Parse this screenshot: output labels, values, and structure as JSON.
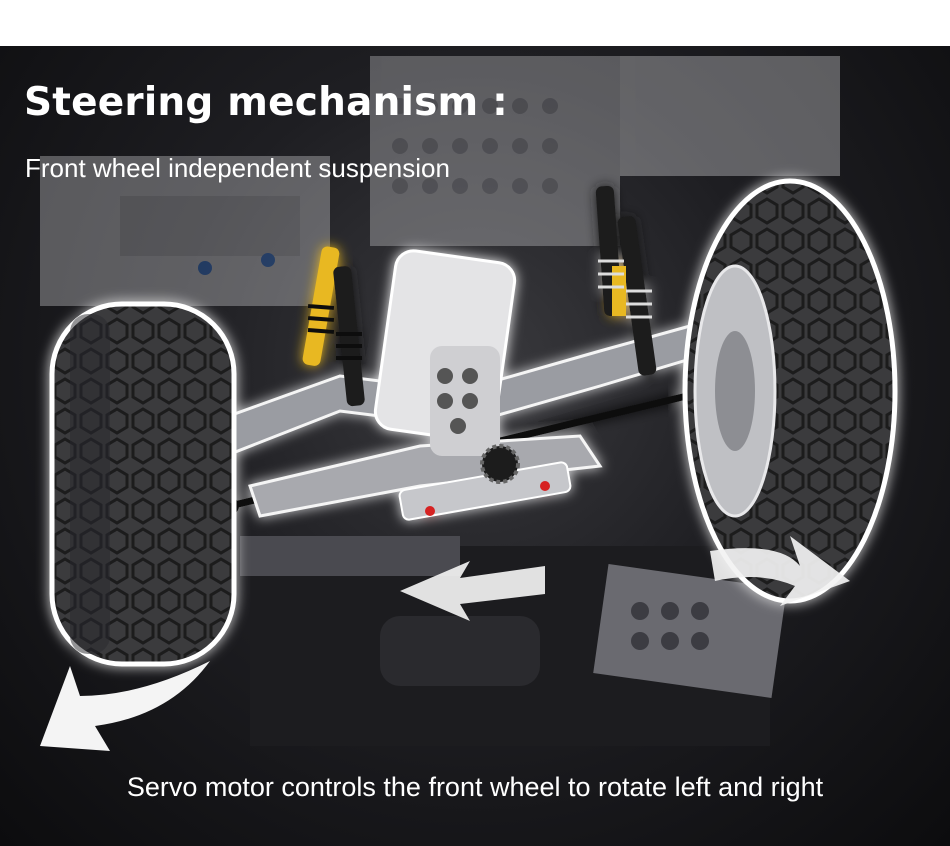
{
  "header": {
    "title": "Steering mechanism :",
    "subtitle": "Front wheel independent suspension"
  },
  "footer": {
    "caption": "Servo motor controls the front wheel to rotate left and right"
  },
  "colors": {
    "background": "#151518",
    "text": "#ffffff",
    "accent_shock": "#e8b820",
    "arrow": "#f2f2f2"
  },
  "icons": [
    "left-arrow-icon",
    "right-arrow-icon",
    "curved-arrow-icon"
  ]
}
